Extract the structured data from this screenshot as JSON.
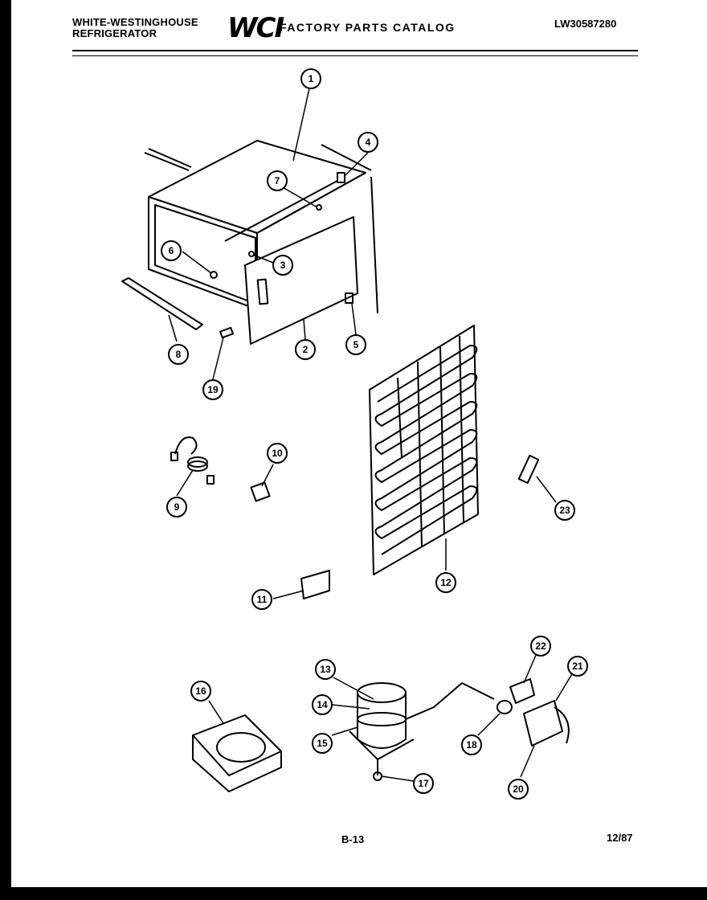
{
  "header": {
    "brand_line1": "WHITE-WESTINGHOUSE",
    "brand_line2": "REFRIGERATOR",
    "logo": "WCI",
    "catalog_title": "FACTORY PARTS CATALOG",
    "part_number": "LW30587280"
  },
  "footer": {
    "page_number": "B-13",
    "date": "12/87"
  },
  "callouts": [
    "1",
    "2",
    "3",
    "4",
    "5",
    "6",
    "7",
    "8",
    "9",
    "10",
    "11",
    "12",
    "13",
    "14",
    "15",
    "16",
    "17",
    "18",
    "19",
    "20",
    "21",
    "22",
    "23"
  ]
}
